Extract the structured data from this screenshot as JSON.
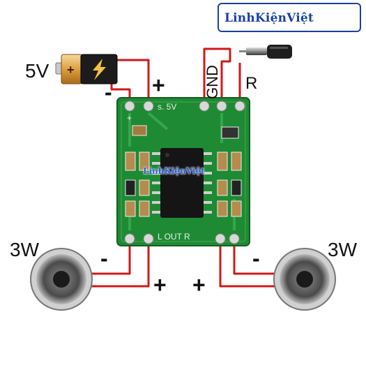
{
  "brand": {
    "name": "LinhKiệnViệt"
  },
  "power": {
    "voltage": "5V",
    "minus": "-",
    "plus": "+"
  },
  "audio": {
    "ground": "GND",
    "right": "R"
  },
  "board": {
    "top_silk": "s. 5V",
    "side_silk": "+",
    "bottom_silk": "L OUT R",
    "ic_logo": "LinhKiệnViệt"
  },
  "speakers": {
    "left": {
      "power": "3W",
      "minus": "-",
      "plus": "+"
    },
    "right": {
      "power": "3W",
      "minus": "-",
      "plus": "+"
    }
  },
  "colors": {
    "pcb": "#1f8a34",
    "wire": "#d01818",
    "brand": "#1a3fa8",
    "battery": "#e8b25a",
    "speaker_cone": "#555555"
  }
}
